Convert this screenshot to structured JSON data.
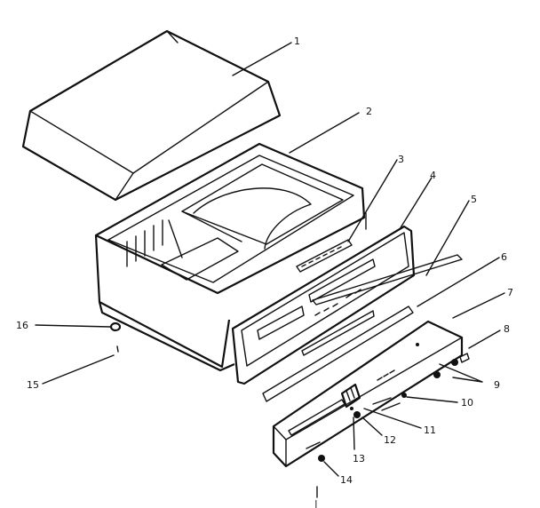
{
  "callouts": {
    "c1": "1",
    "c2": "2",
    "c3": "3",
    "c4": "4",
    "c5": "5",
    "c6": "6",
    "c7": "7",
    "c8": "8",
    "c9": "9",
    "c10": "10",
    "c11": "11",
    "c12": "12",
    "c13": "13",
    "c14": "14",
    "c15": "15",
    "c16": "16"
  },
  "footer_mark": "|"
}
